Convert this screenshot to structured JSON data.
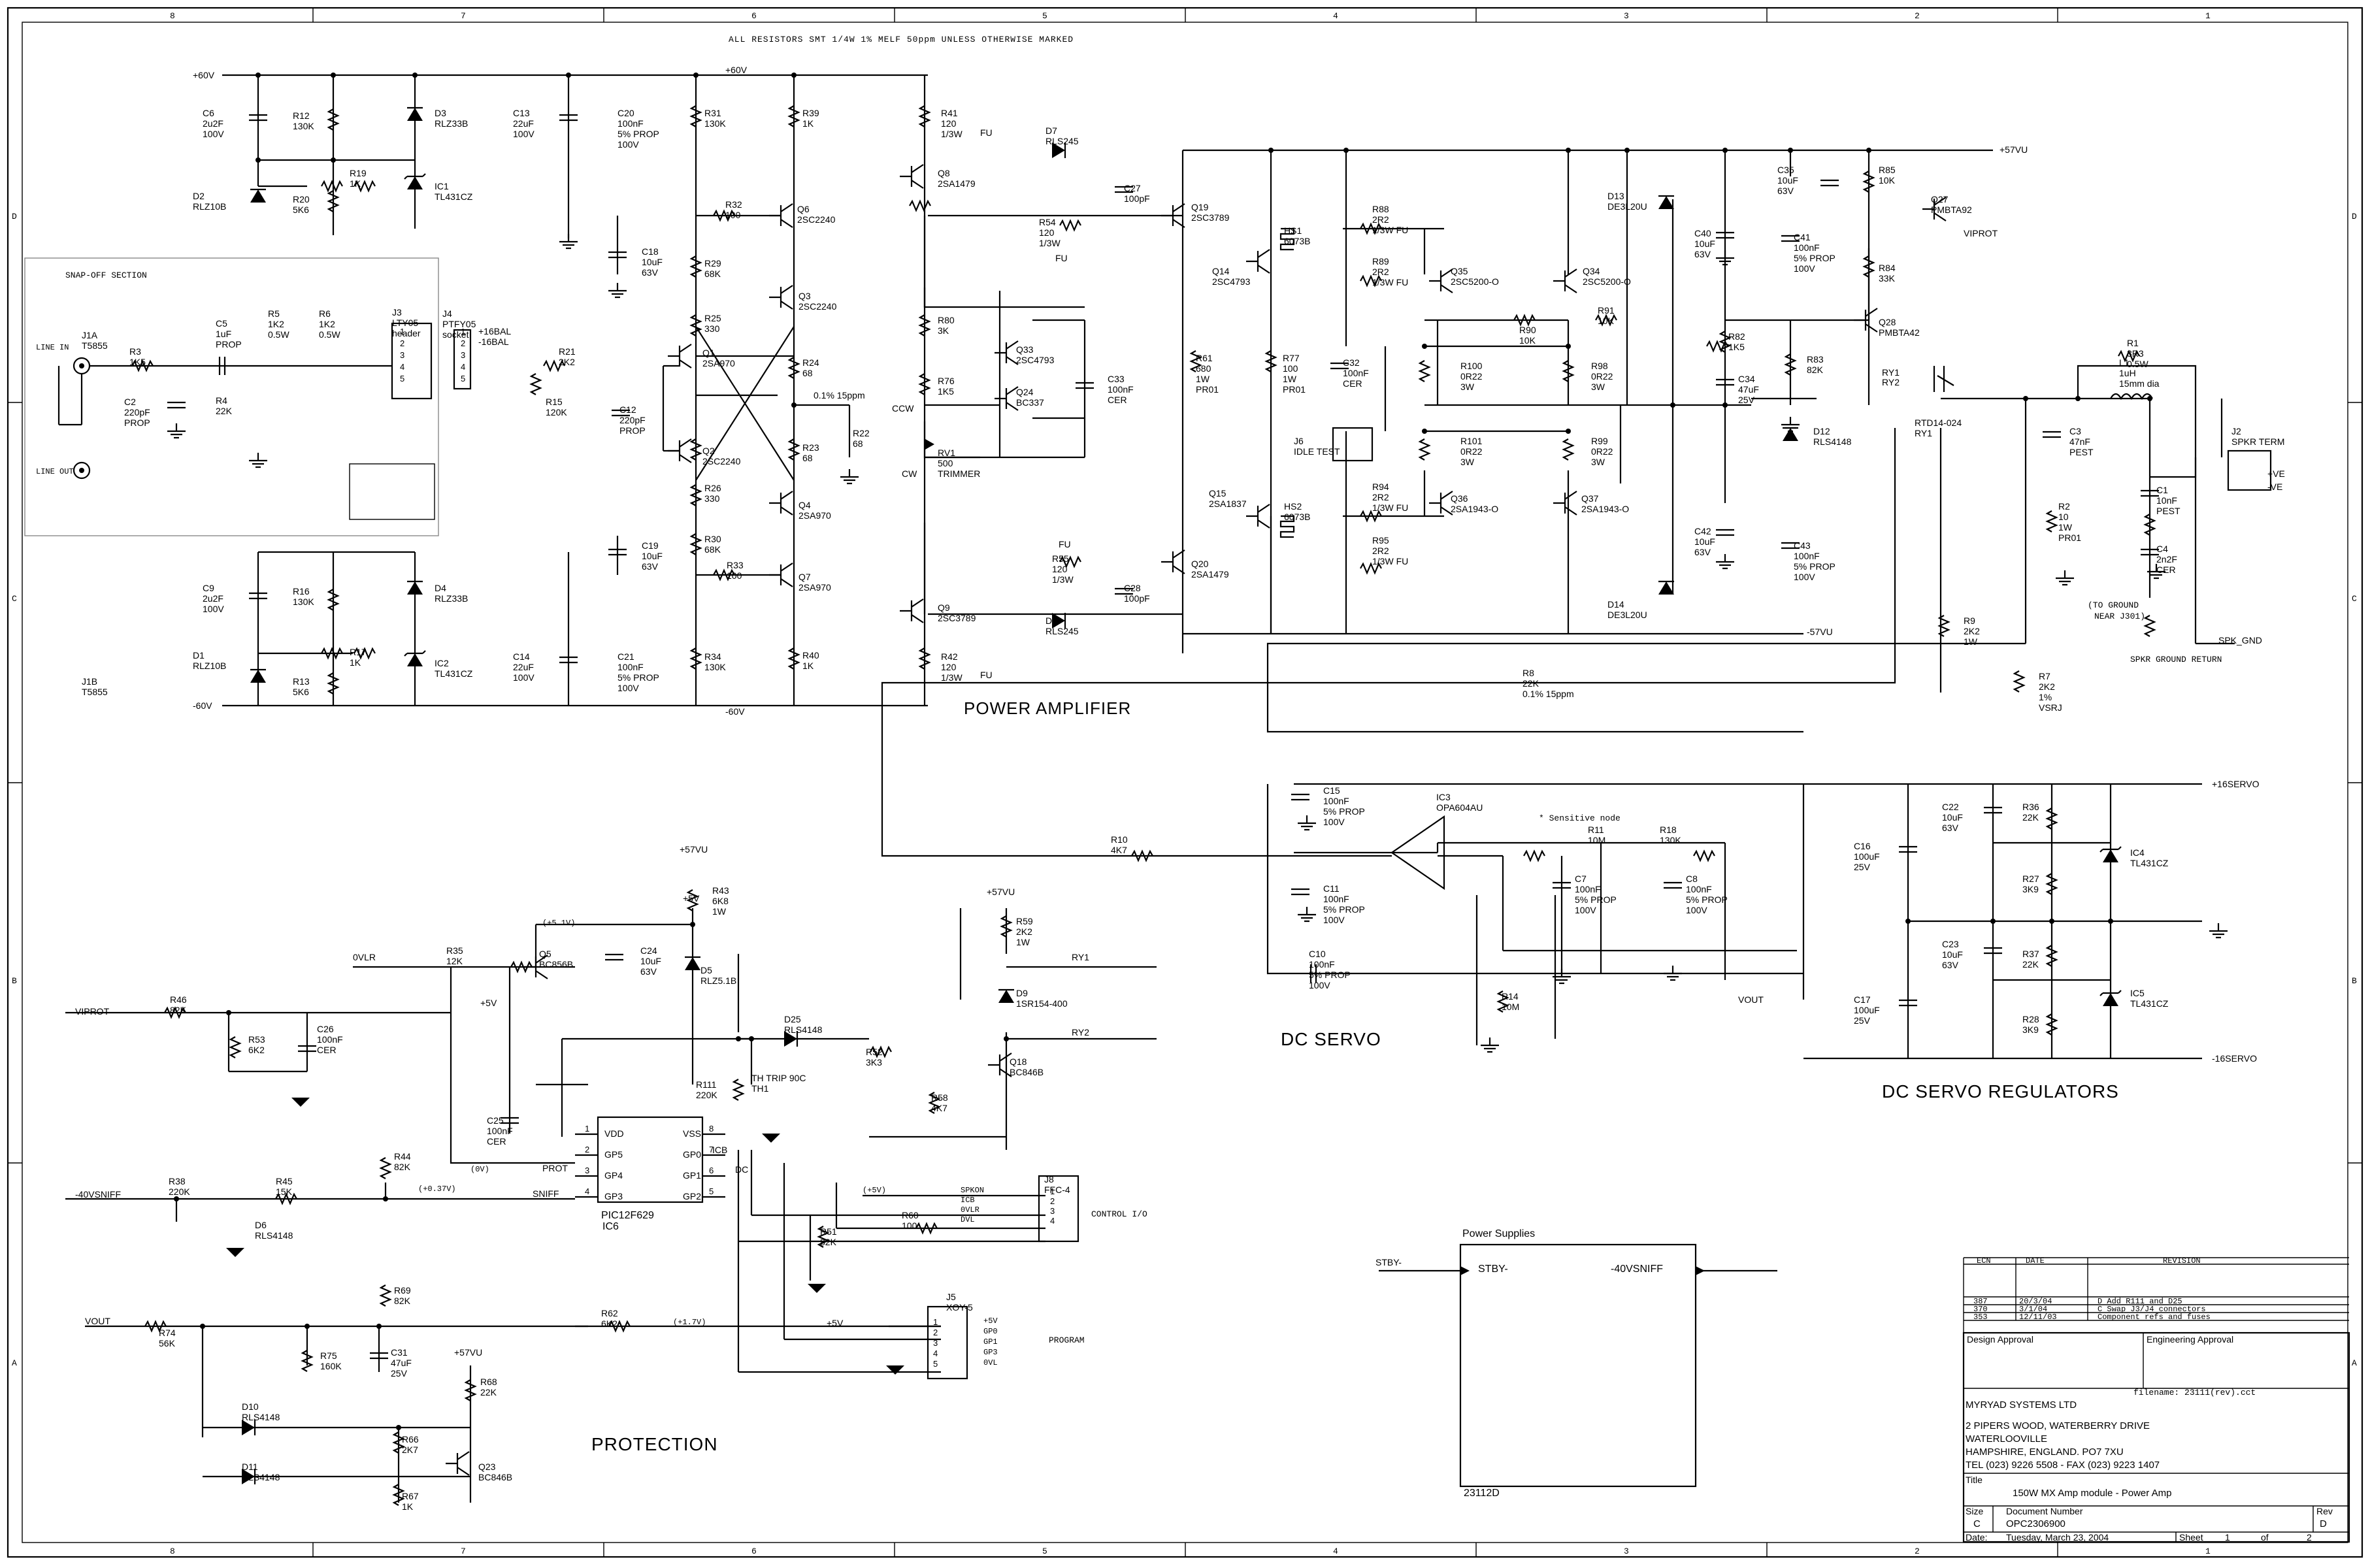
{
  "header_note": "ALL RESISTORS SMT 1/4W 1% MELF 50ppm UNLESS OTHERWISE MARKED",
  "border": {
    "cols": [
      "8",
      "7",
      "6",
      "5",
      "4",
      "3",
      "2",
      "1"
    ],
    "rows": [
      "D",
      "C",
      "B",
      "A"
    ]
  },
  "sections": {
    "power_amplifier": "POWER AMPLIFIER",
    "dc_servo": "DC SERVO",
    "dc_servo_regulators": "DC SERVO REGULATORS",
    "protection": "PROTECTION",
    "snap_off": "SNAP-OFF SECTION",
    "control_io": "CONTROL I/O",
    "program": "PROGRAM",
    "sensitive": "* Sensitive node",
    "spkr_ground_return": "SPKR GROUND RETURN",
    "to_ground": "(TO GROUND",
    "near_j301": "NEAR J301)"
  },
  "nets": {
    "p60v": "+60V",
    "m60v": "-60V",
    "p60v_top": "+60V",
    "m60v_bot": "-60V",
    "p57vu": "+57VU",
    "m57vu": "-57VU",
    "p16servo": "+16SERVO",
    "m16servo": "-16SERVO",
    "p16bal": "+16BAL",
    "m16bal": "-16BAL",
    "viprot": "VIPROT",
    "viprot2": "VIPROT",
    "ovlr": "0VLR",
    "vout": "VOUT",
    "vout2": "VOUT",
    "m40vsniff": "-40VSNIFF",
    "stby": "STBY-",
    "ry1": "RY1",
    "ry2": "RY2",
    "ry1b": "RY1",
    "ry2b": "RY2",
    "spk_gnd": "SPK_GND",
    "p5v1": "+5V",
    "p5v2": "+5V",
    "p5v3": "+5V",
    "p57vu_a": "+57VU",
    "p57vu_b": "+57VU",
    "p57vu_c": "+57VU",
    "sniff": "SNIFF",
    "prot": "PROT",
    "icb": "ICB",
    "dc": "DC",
    "v51": "(+5.1V)",
    "v0": "(0V)",
    "v037": "(+0.37V)",
    "v17": "(+1.7V)",
    "v5": "(+5V)",
    "line_in": "LINE IN",
    "line_out": "LINE OUT",
    "ccw": "CCW",
    "cw": "CW",
    "fu1": "FU",
    "fu2": "FU",
    "fu3": "FU",
    "fu4": "FU",
    "pct": "0.1% 15ppm",
    "plus_ve": "+VE",
    "minus_ve": "-VE"
  },
  "components": {
    "c6": [
      "C6",
      "2u2F",
      "100V"
    ],
    "r12": [
      "R12",
      "130K"
    ],
    "d3": [
      "D3",
      "RLZ33B"
    ],
    "r19": [
      "R19",
      "1K"
    ],
    "ic1": [
      "IC1",
      "TL431CZ"
    ],
    "d2": [
      "D2",
      "RLZ10B"
    ],
    "r20": [
      "R20",
      "5K6"
    ],
    "c13": [
      "C13",
      "22uF",
      "100V"
    ],
    "c20": [
      "C20",
      "100nF",
      "5% PROP",
      "100V"
    ],
    "r31": [
      "R31",
      "130K"
    ],
    "r39": [
      "R39",
      "1K"
    ],
    "r41": [
      "R41",
      "120",
      "1/3W"
    ],
    "q8": [
      "Q8",
      "2SA1479"
    ],
    "r32": [
      "R32",
      "100"
    ],
    "q6": [
      "Q6",
      "2SC2240"
    ],
    "c18": [
      "C18",
      "10uF",
      "63V"
    ],
    "r29": [
      "R29",
      "68K"
    ],
    "q3": [
      "Q3",
      "2SC2240"
    ],
    "r25": [
      "R25",
      "330"
    ],
    "q1": [
      "Q1",
      "2SA970"
    ],
    "r24": [
      "R24",
      "68"
    ],
    "q2": [
      "Q2",
      "2SC2240"
    ],
    "r23": [
      "R23",
      "68"
    ],
    "r22": [
      "R22",
      "68"
    ],
    "r26": [
      "R26",
      "330"
    ],
    "q4": [
      "Q4",
      "2SA970"
    ],
    "r30": [
      "R30",
      "68K"
    ],
    "r33": [
      "R33",
      "100"
    ],
    "q7": [
      "Q7",
      "2SA970"
    ],
    "c19": [
      "C19",
      "10uF",
      "63V"
    ],
    "c9": [
      "C9",
      "2u2F",
      "100V"
    ],
    "r16": [
      "R16",
      "130K"
    ],
    "d4": [
      "D4",
      "RLZ33B"
    ],
    "d1": [
      "D1",
      "RLZ10B"
    ],
    "r17": [
      "R17",
      "1K"
    ],
    "ic2": [
      "IC2",
      "TL431CZ"
    ],
    "r13": [
      "R13",
      "5K6"
    ],
    "c14": [
      "C14",
      "22uF",
      "100V"
    ],
    "c21": [
      "C21",
      "100nF",
      "5% PROP",
      "100V"
    ],
    "r34": [
      "R34",
      "130K"
    ],
    "r40": [
      "R40",
      "1K"
    ],
    "r42": [
      "R42",
      "120",
      "1/3W"
    ],
    "q9": [
      "Q9",
      "2SC3789"
    ],
    "j1a": [
      "J1A",
      "T5855"
    ],
    "j1b": [
      "J1B",
      "T5855"
    ],
    "r3": [
      "R3",
      "1K5"
    ],
    "c2": [
      "C2",
      "220pF",
      "PROP"
    ],
    "c5": [
      "C5",
      "1uF",
      "PROP"
    ],
    "r4": [
      "R4",
      "22K"
    ],
    "r5": [
      "R5",
      "1K2",
      "0.5W"
    ],
    "r6": [
      "R6",
      "1K2",
      "0.5W"
    ],
    "j3": [
      "J3",
      "LTY05",
      "header"
    ],
    "j4": [
      "J4",
      "PTFY05",
      "socket"
    ],
    "r21": [
      "R21",
      "2K2"
    ],
    "r15": [
      "R15",
      "120K"
    ],
    "c12": [
      "C12",
      "220pF",
      "PROP"
    ],
    "d7": [
      "D7",
      "RLS245"
    ],
    "c27": [
      "C27",
      "100pF"
    ],
    "r54": [
      "R54",
      "120",
      "1/3W"
    ],
    "q19": [
      "Q19",
      "2SC3789"
    ],
    "r80": [
      "R80",
      "3K"
    ],
    "q33": [
      "Q33",
      "2SC4793"
    ],
    "r76": [
      "R76",
      "1K5"
    ],
    "q24": [
      "Q24",
      "BC337"
    ],
    "c33": [
      "C33",
      "100nF",
      "CER"
    ],
    "rv1": [
      "RV1",
      "500",
      "TRIMMER"
    ],
    "r55": [
      "R55",
      "120",
      "1/3W"
    ],
    "c28": [
      "C28",
      "100pF"
    ],
    "q20": [
      "Q20",
      "2SA1479"
    ],
    "d8": [
      "D8",
      "RLS245"
    ],
    "hs1": [
      "HS1",
      "6073B"
    ],
    "hs2": [
      "HS2",
      "6073B"
    ],
    "q14": [
      "Q14",
      "2SC4793"
    ],
    "q15": [
      "Q15",
      "2SA1837"
    ],
    "r61": [
      "R61",
      "680",
      "1W",
      "PR01"
    ],
    "r77": [
      "R77",
      "100",
      "1W",
      "PR01"
    ],
    "c32": [
      "C32",
      "100nF",
      "CER"
    ],
    "r88": [
      "R88",
      "2R2",
      "1/3W FU"
    ],
    "r89": [
      "R89",
      "2R2",
      "1/3W FU"
    ],
    "q35": [
      "Q35",
      "2SC5200-O"
    ],
    "q34": [
      "Q34",
      "2SC5200-O"
    ],
    "r90": [
      "R90",
      "10K"
    ],
    "r91": [
      "R91",
      "10K"
    ],
    "r100": [
      "R100",
      "0R22",
      "3W"
    ],
    "r98": [
      "R98",
      "0R22",
      "3W"
    ],
    "j6": [
      "J6",
      "IDLE TEST"
    ],
    "r101": [
      "R101",
      "0R22",
      "3W"
    ],
    "r99": [
      "R99",
      "0R22",
      "3W"
    ],
    "r94": [
      "R94",
      "2R2",
      "1/3W FU"
    ],
    "r95": [
      "R95",
      "2R2",
      "1/3W FU"
    ],
    "q36": [
      "Q36",
      "2SA1943-O"
    ],
    "q37": [
      "Q37",
      "2SA1943-O"
    ],
    "d13": [
      "D13",
      "DE3L20U"
    ],
    "d14": [
      "D14",
      "DE3L20U"
    ],
    "c40": [
      "C40",
      "10uF",
      "63V"
    ],
    "c41": [
      "C41",
      "100nF",
      "5% PROP",
      "100V"
    ],
    "c35": [
      "C35",
      "10uF",
      "63V"
    ],
    "r85": [
      "R85",
      "10K"
    ],
    "q27": [
      "Q27",
      "PMBTA92"
    ],
    "r84": [
      "R84",
      "33K"
    ],
    "q28": [
      "Q28",
      "PMBTA42"
    ],
    "r82": [
      "R82",
      "1K5"
    ],
    "c34": [
      "C34",
      "47uF",
      "25V"
    ],
    "r83": [
      "R83",
      "82K"
    ],
    "d12": [
      "D12",
      "RLS4148"
    ],
    "c42": [
      "C42",
      "10uF",
      "63V"
    ],
    "c43": [
      "C43",
      "100nF",
      "5% PROP",
      "100V"
    ],
    "ry1c": [
      "RTD14-024",
      "RY1"
    ],
    "r1": [
      "R1",
      "3R3",
      "0.5W"
    ],
    "l1": [
      "L1",
      "1uH",
      "15mm dia"
    ],
    "c3": [
      "C3",
      "47nF",
      "PEST"
    ],
    "r2": [
      "R2",
      "10",
      "1W",
      "PR01"
    ],
    "c1": [
      "C1",
      "10nF",
      "PEST"
    ],
    "c4": [
      "C4",
      "2n2F",
      "CER"
    ],
    "j2": [
      "J2",
      "SPKR TERM"
    ],
    "r9": [
      "R9",
      "2K2",
      "1W"
    ],
    "r7": [
      "R7",
      "2K2",
      "1%",
      "VSRJ"
    ],
    "r8": [
      "R8",
      "22K",
      "0.1% 15ppm"
    ],
    "c15": [
      "C15",
      "100nF",
      "5% PROP",
      "100V"
    ],
    "ic3": [
      "IC3",
      "OPA604AU"
    ],
    "r11": [
      "R11",
      "10M"
    ],
    "r18": [
      "R18",
      "130K"
    ],
    "r10": [
      "R10",
      "4K7"
    ],
    "c11": [
      "C11",
      "100nF",
      "5% PROP",
      "100V"
    ],
    "c7": [
      "C7",
      "100nF",
      "5% PROP",
      "100V"
    ],
    "c8": [
      "C8",
      "100nF",
      "5% PROP",
      "100V"
    ],
    "c10": [
      "C10",
      "100nF",
      "5% PROP",
      "100V"
    ],
    "r14": [
      "R14",
      "10M"
    ],
    "c22": [
      "C22",
      "10uF",
      "63V"
    ],
    "r36": [
      "R36",
      "22K"
    ],
    "ic4": [
      "IC4",
      "TL431CZ"
    ],
    "c16": [
      "C16",
      "100uF",
      "25V"
    ],
    "r27": [
      "R27",
      "3K9"
    ],
    "c23": [
      "C23",
      "10uF",
      "63V"
    ],
    "r37": [
      "R37",
      "22K"
    ],
    "ic5": [
      "IC5",
      "TL431CZ"
    ],
    "c17": [
      "C17",
      "100uF",
      "25V"
    ],
    "r28": [
      "R28",
      "3K9"
    ],
    "r43": [
      "R43",
      "6K8",
      "1W"
    ],
    "q5": [
      "Q5",
      "BC856B"
    ],
    "c24": [
      "C24",
      "10uF",
      "63V"
    ],
    "d5": [
      "D5",
      "RLZ5.1B"
    ],
    "r35": [
      "R35",
      "12K"
    ],
    "r46": [
      "R46",
      "82K"
    ],
    "r53": [
      "R53",
      "6K2"
    ],
    "c26": [
      "C26",
      "100nF",
      "CER"
    ],
    "r59": [
      "R59",
      "2K2",
      "1W"
    ],
    "d9": [
      "D9",
      "1SR154-400"
    ],
    "d25": [
      "D25",
      "RLS4148"
    ],
    "th1": [
      "TH TRIP 90C",
      "TH1"
    ],
    "r52": [
      "R52",
      "3K3"
    ],
    "q18": [
      "Q18",
      "BC846B"
    ],
    "r58": [
      "R58",
      "4K7"
    ],
    "r111": [
      "R111",
      "220K"
    ],
    "c25": [
      "C25",
      "100nF",
      "CER"
    ],
    "r44": [
      "R44",
      "82K"
    ],
    "r38": [
      "R38",
      "220K"
    ],
    "r45": [
      "R45",
      "15K"
    ],
    "d6": [
      "D6",
      "RLS4148"
    ],
    "r51": [
      "R51",
      "82K"
    ],
    "r60": [
      "R60",
      "100"
    ],
    "j8": [
      "J8",
      "FFC-4"
    ],
    "r69": [
      "R69",
      "82K"
    ],
    "r74": [
      "R74",
      "56K"
    ],
    "r62": [
      "R62",
      "6K2"
    ],
    "r75": [
      "R75",
      "160K"
    ],
    "c31": [
      "C31",
      "47uF",
      "25V"
    ],
    "r68": [
      "R68",
      "22K"
    ],
    "d10": [
      "D10",
      "RLS4148"
    ],
    "d11": [
      "D11",
      "RLS4148"
    ],
    "r66": [
      "R66",
      "2K7"
    ],
    "r67": [
      "R67",
      "1K"
    ],
    "q23": [
      "Q23",
      "BC846B"
    ],
    "j5": [
      "J5",
      "XOY-5"
    ]
  },
  "ic6": {
    "name": "PIC12F629",
    "ref": "IC6",
    "pins_left": [
      [
        "1",
        "VDD"
      ],
      [
        "2",
        "GP5"
      ],
      [
        "3",
        "GP4"
      ],
      [
        "4",
        "GP3"
      ]
    ],
    "pins_right": [
      [
        "8",
        "VSS"
      ],
      [
        "7",
        "GP0"
      ],
      [
        "6",
        "GP1"
      ],
      [
        "5",
        "GP2"
      ]
    ]
  },
  "j8_signals": [
    "SPKON",
    "ICB",
    "0VLR",
    "DVL"
  ],
  "j8_pins": [
    "1",
    "2",
    "3",
    "4"
  ],
  "j5_signals": [
    "+5V",
    "GP0",
    "GP1",
    "GP3",
    "0VL"
  ],
  "j5_pins": [
    "1",
    "2",
    "3",
    "4",
    "5"
  ],
  "j3_pins": [
    "1",
    "2",
    "3",
    "4",
    "5"
  ],
  "j4_pins": [
    "1",
    "2",
    "3",
    "4",
    "5"
  ],
  "power_supplies": {
    "title": "Power Supplies",
    "pin_in": "STBY-",
    "pin_out": "-40VSNIFF",
    "ref": "23112D"
  },
  "revisions": {
    "headers": [
      "ECN",
      "DATE",
      "REVISION"
    ],
    "rows": [
      [
        "387",
        "20/3/04",
        "D Add R111 and D25"
      ],
      [
        "370",
        "3/1/04",
        "C Swap J3/J4 connectors"
      ],
      [
        "353",
        "12/11/03",
        "Component refs and fuses"
      ]
    ]
  },
  "title_block": {
    "design_approval": "Design Approval",
    "engineering_approval": "Engineering Approval",
    "filename": "filename: 23111(rev).cct",
    "company": [
      "MYRYAD SYSTEMS LTD",
      "2 PIPERS WOOD, WATERBERRY DRIVE",
      "WATERLOOVILLE",
      "HAMPSHIRE, ENGLAND. PO7 7XU",
      "TEL (023) 9226 5508 - FAX (023) 9223 1407"
    ],
    "title_label": "Title",
    "title": "150W MX Amp module - Power Amp",
    "size_label": "Size",
    "size": "C",
    "docnum_label": "Document Number",
    "docnum": "OPC2306900",
    "rev_label": "Rev",
    "rev": "D",
    "date_label": "Date:",
    "date": "Tuesday, March 23, 2004",
    "sheet_label": "Sheet",
    "sheet": "1",
    "of_label": "of",
    "sheets": "2"
  }
}
